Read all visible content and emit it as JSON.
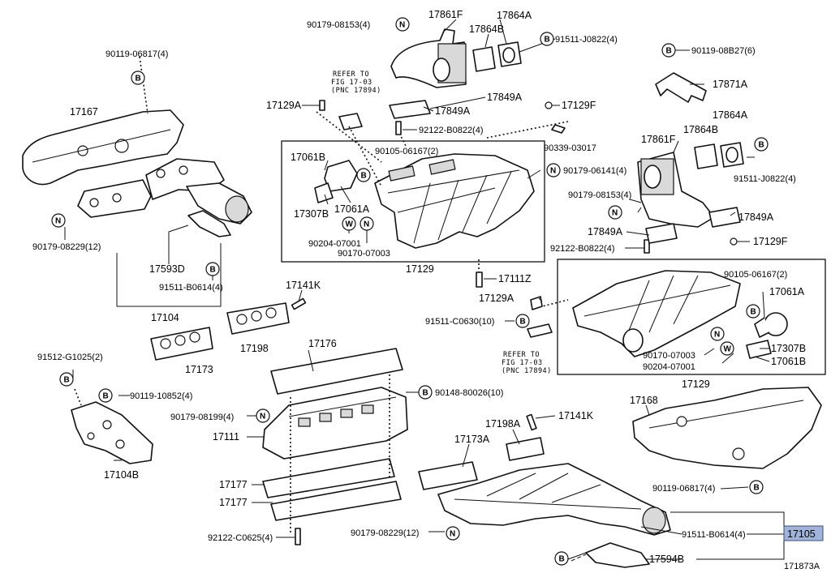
{
  "diagram": {
    "labels": {
      "p17861f_top": "17861F",
      "p17864a_top": "17864A",
      "p17864b_top": "17864B",
      "b90179_08153_top": "90179-08153(4)",
      "b91511_j0822_top": "91511-J0822(4)",
      "b90119_06817_top": "90119-06817(4)",
      "p17167": "17167",
      "refer_top_1": "REFER TO",
      "refer_top_2": "FIG 17-03",
      "refer_top_3": "(PNC 17894)",
      "p17129a_top": "17129A",
      "p17849a_top1": "17849A",
      "p17849a_top2": "17849A",
      "p17129f_top": "17129F",
      "b92122_b0822_top": "92122-B0822(4)",
      "b90119_08b27": "90119-08B27(6)",
      "p17871a": "17871A",
      "p17061b_top": "17061B",
      "b90105_06167_top": "90105-06167(2)",
      "b90339_03017": "90339-03017",
      "b90179_06141": "90179-06141(4)",
      "p17307b_top": "17307B",
      "p17061a_top": "17061A",
      "b90204_07001_top": "90204-07001",
      "b90170_07003_top": "90170-07003",
      "p17129_top": "17129",
      "b90179_08229_left": "90179-08229(12)",
      "p17593d": "17593D",
      "b91511_b0614_left": "91511-B0614(4)",
      "p17104": "17104",
      "p17861f_right": "17861F",
      "p17864a_right": "17864A",
      "p17864b_right": "17864B",
      "b91511_j0822_right": "91511-J0822(4)",
      "b90179_08153_right": "90179-08153(4)",
      "p17849a_right1": "17849A",
      "p17849a_right2": "17849A",
      "b92122_b0822_right": "92122-B0822(4)",
      "p17129f_right": "17129F",
      "p17141k_top": "17141K",
      "p17198": "17198",
      "p17173": "17173",
      "p17111z": "17111Z",
      "p17129a_mid": "17129A",
      "b91511_c0630": "91511-C0630(10)",
      "b90105_06167_right": "90105-06167(2)",
      "p17061a_right": "17061A",
      "refer_mid_1": "REFER TO",
      "refer_mid_2": "FIG 17-03",
      "refer_mid_3": "(PNC 17894)",
      "b90170_07003_right": "90170-07003",
      "b90204_07001_right": "90204-07001",
      "p17307b_right": "17307B",
      "p17061b_right": "17061B",
      "p17129_right": "17129",
      "b91512_g1025": "91512-G1025(2)",
      "b90119_10852": "90119-10852(4)",
      "p17176": "17176",
      "b90148_80026": "90148-80026(10)",
      "b90179_08199": "90179-08199(4)",
      "p17111": "17111",
      "p17104b": "17104B",
      "p17177_a": "17177",
      "p17177_b": "17177",
      "b92122_c0625": "92122-C0625(4)",
      "p17173a": "17173A",
      "p17198a": "17198A",
      "p17141k_bot": "17141K",
      "p17168": "17168",
      "b90119_06817_bot": "90119-06817(4)",
      "b90179_08229_bot": "90179-08229(12)",
      "b91511_b0614_bot": "91511-B0614(4)",
      "p17105": "17105",
      "p17594b": "17594B",
      "ref_code": "171873A"
    },
    "callout_letters": {
      "b": "B",
      "n": "N",
      "w": "W"
    },
    "highlight_color": "#9fb4d8"
  }
}
